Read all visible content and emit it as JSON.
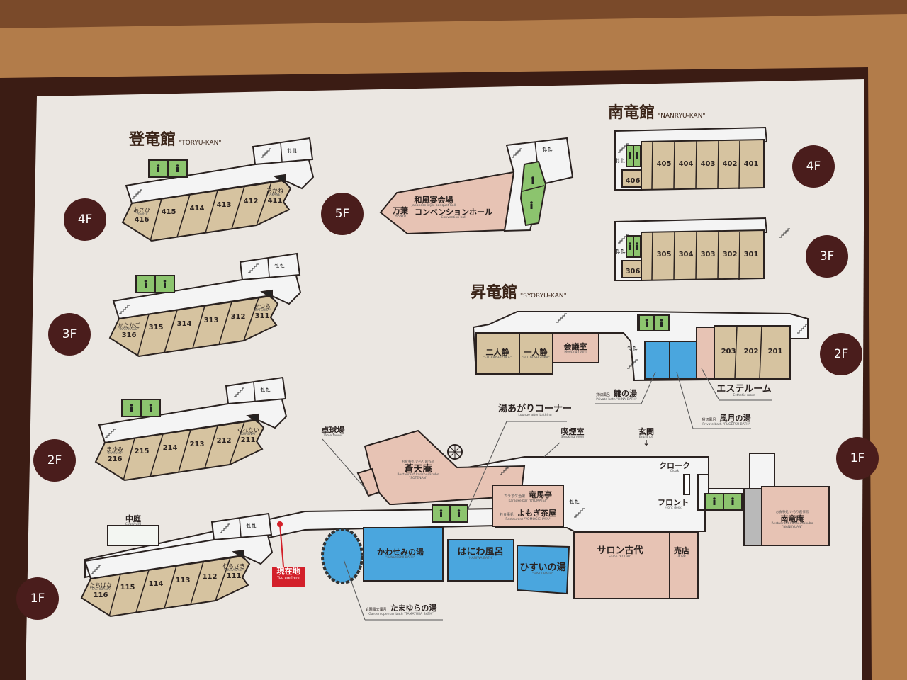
{
  "buildings": {
    "toryu": {
      "name": "登竜館",
      "romaji": "\"TORYU-KAN\""
    },
    "nanryu": {
      "name": "南竜館",
      "romaji": "\"NANRYU-KAN\""
    },
    "syoryu": {
      "name": "昇竜館",
      "romaji": "\"SYORYU-KAN\""
    }
  },
  "floors": {
    "f5": "5F",
    "t4": "4F",
    "t3": "3F",
    "t2": "2F",
    "t1": "1F",
    "n4": "4F",
    "n3": "3F",
    "n2": "2F",
    "n1": "1F"
  },
  "toryu_rooms": {
    "f4": [
      {
        "num": "416",
        "name": "あさひ",
        "romaji": "\"ASAHI\""
      },
      {
        "num": "415"
      },
      {
        "num": "414"
      },
      {
        "num": "413"
      },
      {
        "num": "412"
      },
      {
        "num": "411",
        "name": "あかね",
        "romaji": "\"AKANE\""
      }
    ],
    "f3": [
      {
        "num": "316",
        "name": "かたかご",
        "romaji": "\"KATAKAGO\""
      },
      {
        "num": "315"
      },
      {
        "num": "314"
      },
      {
        "num": "313"
      },
      {
        "num": "312"
      },
      {
        "num": "311",
        "name": "かつら",
        "romaji": "\"KATSURA\""
      }
    ],
    "f2": [
      {
        "num": "216",
        "name": "まゆみ",
        "romaji": "\"MAYUMI\""
      },
      {
        "num": "215"
      },
      {
        "num": "214"
      },
      {
        "num": "213"
      },
      {
        "num": "212"
      },
      {
        "num": "211",
        "name": "くれない",
        "romaji": "\"KURENAI\""
      }
    ],
    "f1": [
      {
        "num": "116",
        "name": "たちばな",
        "romaji": "\"TACHIBANA\""
      },
      {
        "num": "115"
      },
      {
        "num": "114"
      },
      {
        "num": "113"
      },
      {
        "num": "112"
      },
      {
        "num": "111",
        "name": "むらさき",
        "romaji": "\"MURASAKI\""
      }
    ]
  },
  "nanryu_rooms": {
    "f4": [
      "406",
      "405",
      "404",
      "403",
      "402",
      "401"
    ],
    "f3": [
      "306",
      "305",
      "304",
      "303",
      "302",
      "301"
    ]
  },
  "syoryu_rooms": [
    "203",
    "202",
    "201"
  ],
  "places": {
    "banquet": {
      "prefix": "万葉",
      "prefix_sub": "\"MANYO\"",
      "name1": "和風宴会場",
      "sub1": "Japanese style banquet hall",
      "name2": "コンベンションホール",
      "sub2": "Convention hall"
    },
    "futari": {
      "name": "二人静",
      "sub": "\"FUTARISHIZUKA\""
    },
    "hitori": {
      "name": "一人静",
      "sub": "\"HITORISHIZUKA\""
    },
    "meeting": {
      "name": "会議室",
      "sub": "Meeting room"
    },
    "hina": {
      "prefix": "貸切風呂",
      "name": "雛の湯",
      "sub": "Private bath \"HINA BATH\""
    },
    "fugetsu": {
      "prefix": "貸切風呂",
      "name": "風月の湯",
      "sub": "Private bath \"FUGETSU BATH\""
    },
    "esthe": {
      "name": "エステルーム",
      "sub": "Esthetic room"
    },
    "lounge": {
      "name": "湯あがりコーナー",
      "sub": "Lounge after bathing"
    },
    "smoking": {
      "name": "喫煙室",
      "sub": "Smoking room"
    },
    "entrance": {
      "name": "玄関",
      "sub": "Entrance",
      "arrow": "↓"
    },
    "cloak": {
      "name": "クローク",
      "sub": "Cloak"
    },
    "front": {
      "name": "フロント",
      "sub": "Front desk"
    },
    "pingpong": {
      "name": "卓球場",
      "sub": "Table tennis"
    },
    "sotenan": {
      "prefix": "お食事処 いろり創作房",
      "name": "蒼天庵",
      "sub": "Restaurant Irorisousakubo",
      "sub2": "\"SOTENAN\""
    },
    "karaoke": {
      "prefix": "カラオケ酒場",
      "name": "竜馬亭",
      "sub": "Karaoke bar \"RYUMATEI\""
    },
    "yomogi": {
      "prefix": "お食事処",
      "name": "よもぎ茶屋",
      "sub": "Restaurant \"YOMOGICHAYA\""
    },
    "kawasemi": {
      "name": "かわせみの湯",
      "sub": "\"KAWASEMI BATH\""
    },
    "haniwa": {
      "name": "はにわ風呂",
      "sub": "\"HANIWA BATH\""
    },
    "hisui": {
      "name": "ひすいの湯",
      "sub": "\"HISUI BATH\""
    },
    "tamayura": {
      "prefix": "庭園露天風呂",
      "name": "たまゆらの湯",
      "sub": "Garden open-air bath \"TAMAYURA BATH\""
    },
    "salon": {
      "name": "サロン古代",
      "sub": "Salon \"KODAI\""
    },
    "shop": {
      "name": "売店",
      "sub": "Shop"
    },
    "nanryuan": {
      "prefix": "お食事処 いろり創作房",
      "name": "南竜庵",
      "sub": "Restaurant Irorisousakubo",
      "sub2": "\"NANRYUAN\""
    },
    "courtyard": {
      "name": "中庭",
      "sub": "Courtyard"
    }
  },
  "you_are_here": {
    "name": "現在地",
    "sub": "You are here"
  },
  "colors": {
    "room": "#d6c3a0",
    "pink": "#e7c3b4",
    "bath": "#4aa6de",
    "toilet": "#8cc46e",
    "corridor": "#f4f4f4",
    "floor_badge": "#4a1d1c",
    "here": "#d3202a"
  }
}
